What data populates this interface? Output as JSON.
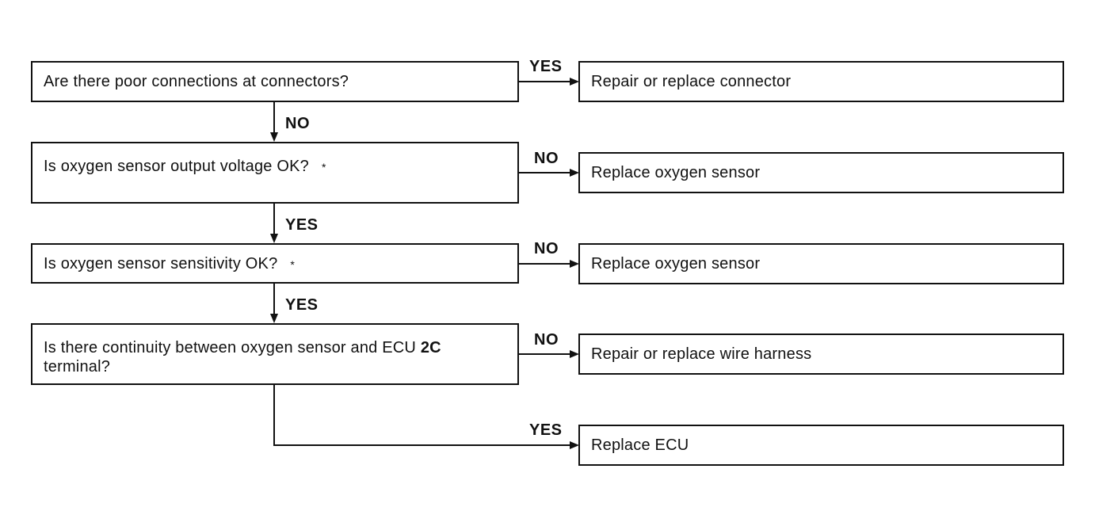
{
  "questions": [
    {
      "text": "Are there poor connections at connectors?",
      "note": ""
    },
    {
      "text": "Is oxygen sensor output voltage OK?",
      "note": "*"
    },
    {
      "text": "Is oxygen sensor sensitivity OK?",
      "note": "*"
    },
    {
      "line1_before": "Is there continuity between oxygen sensor and ECU ",
      "line1_code": "2C",
      "line2": "terminal?"
    }
  ],
  "actions": [
    "Repair or replace connector",
    "Replace oxygen sensor",
    "Replace oxygen sensor",
    "Repair or replace wire harness",
    "Replace ECU"
  ],
  "branch_labels": {
    "q1_side": "YES",
    "q1_down": "NO",
    "q2_side": "NO",
    "q2_down": "YES",
    "q3_side": "NO",
    "q3_down": "YES",
    "q4_side": "NO",
    "q4_down": "YES"
  }
}
